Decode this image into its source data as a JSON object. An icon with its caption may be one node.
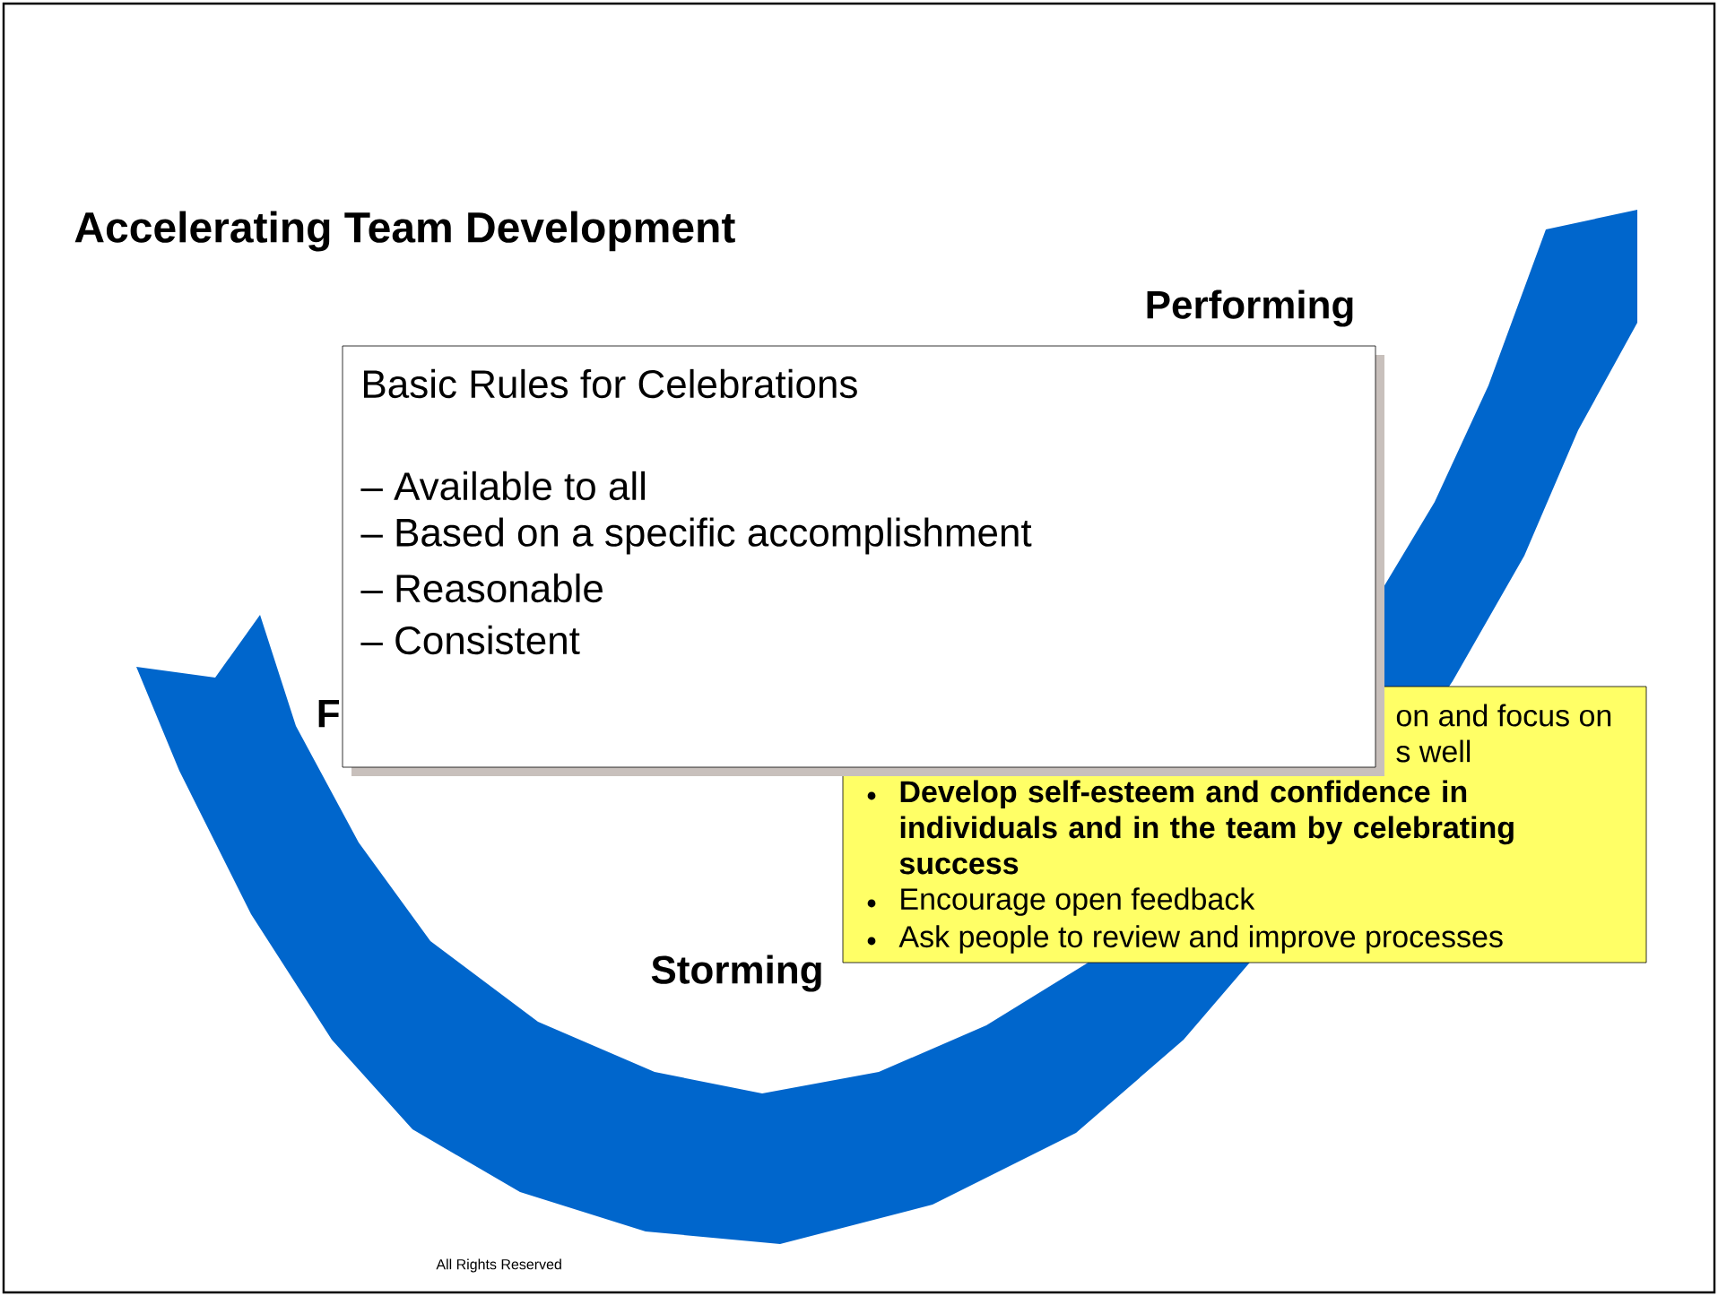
{
  "diagram": {
    "title": "Accelerating Team Development",
    "nodes": [
      {
        "text": [
          "Basic Rules for Celebrations",
          "– Available to all",
          "– Based on a specific accomplishment",
          "– Reasonable",
          "– Consistent"
        ]
      },
      {
        "text": [
          "on and focus on",
          "s well",
          "Develop self-esteem and confidence in individuals and in the team by celebrating success",
          "Encourage open feedback",
          "Ask people to review and improve processes"
        ]
      }
    ],
    "labels": [
      "Performing",
      "F",
      "Storming",
      "All Rights Reserved"
    ]
  }
}
